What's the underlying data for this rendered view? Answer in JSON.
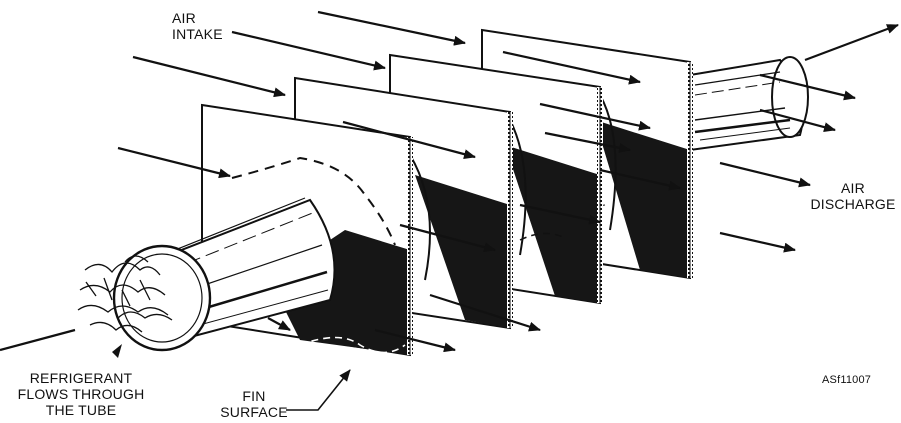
{
  "labels": {
    "air_intake_line1": "AIR",
    "air_intake_line2": "INTAKE",
    "air_discharge_line1": "AIR",
    "air_discharge_line2": "DISCHARGE",
    "refrigerant_line1": "REFRIGERANT",
    "refrigerant_line2": "FLOWS THROUGH",
    "refrigerant_line3": "THE TUBE",
    "fin_line1": "FIN",
    "fin_line2": "SURFACE",
    "figure_id": "ASf11007"
  },
  "colors": {
    "ink": "#111111",
    "paper": "#ffffff",
    "shadow": "#1a1a1a"
  }
}
